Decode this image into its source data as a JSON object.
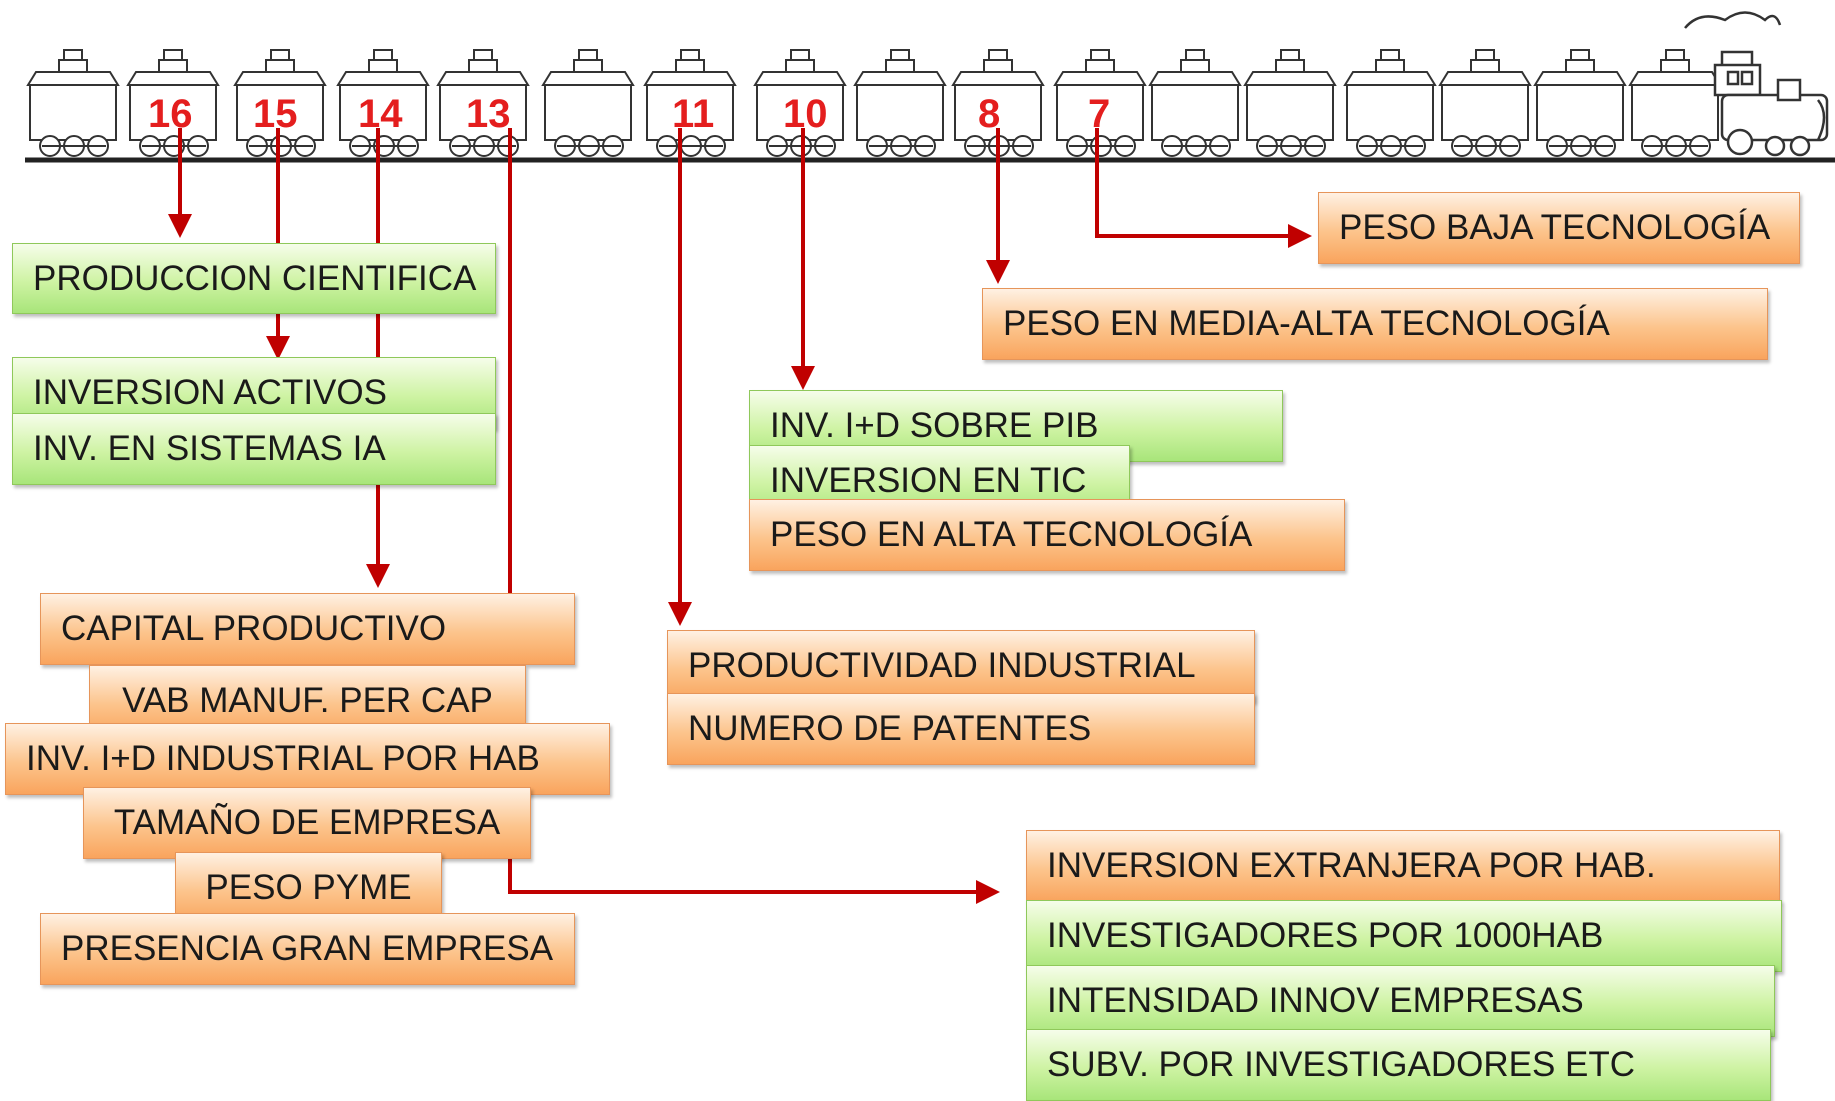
{
  "car_numbers": {
    "n16": "16",
    "n15": "15",
    "n14": "14",
    "n13": "13",
    "n11": "11",
    "n10": "10",
    "n8": "8",
    "n7": "7"
  },
  "boxes": {
    "produccion_cientifica": "PRODUCCION CIENTIFICA",
    "inversion_activos": "INVERSION ACTIVOS",
    "inv_sistemas_ia": "INV. EN SISTEMAS IA",
    "capital_productivo": "CAPITAL PRODUCTIVO",
    "vab_manuf": "VAB MANUF. PER CAP",
    "inv_id_industrial": "INV. I+D INDUSTRIAL POR HAB",
    "tamano_empresa": "TAMAÑO DE EMPRESA",
    "peso_pyme": "PESO PYME",
    "presencia_gran_empresa": "PRESENCIA GRAN EMPRESA",
    "productividad_industrial": "PRODUCTIVIDAD INDUSTRIAL",
    "numero_patentes": "NUMERO  DE PATENTES",
    "inv_id_pib": "INV. I+D SOBRE PIB",
    "inversion_tic": "INVERSION EN TIC",
    "peso_alta_tec": "PESO EN ALTA TECNOLOGÍA",
    "peso_media_alta_tec": "PESO EN MEDIA-ALTA TECNOLOGÍA",
    "peso_baja_tec": "PESO BAJA TECNOLOGÍA",
    "inversion_extranjera": "INVERSION EXTRANJERA POR HAB.",
    "investigadores": "INVESTIGADORES POR 1000HAB",
    "intensidad_innov": "INTENSIDAD INNOV EMPRESAS",
    "subv_investigadores": "SUBV. POR INVESTIGADORES ETC"
  },
  "colors": {
    "arrow": "#c00000",
    "number": "#e41e1e",
    "green_box": "#cef3a3",
    "orange_box": "#fcc48c"
  }
}
